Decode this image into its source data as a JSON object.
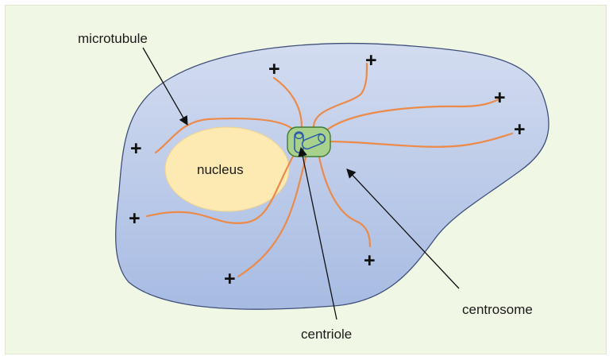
{
  "labels": {
    "microtubule": "microtubule",
    "nucleus": "nucleus",
    "centriole": "centriole",
    "centrosome": "centrosome"
  },
  "plus_sign": "+",
  "colors": {
    "background": "#f1f7e5",
    "cell_fill_top": "#cfd9ef",
    "cell_fill_bottom": "#a9bde3",
    "cell_border": "#3e4f7a",
    "nucleus_fill": "#fde9b2",
    "microtubule": "#ec8a4a",
    "centrosome_fill": "#a9d18e",
    "centrosome_border": "#3f7a33",
    "centriole_stroke": "#2e5da8"
  }
}
